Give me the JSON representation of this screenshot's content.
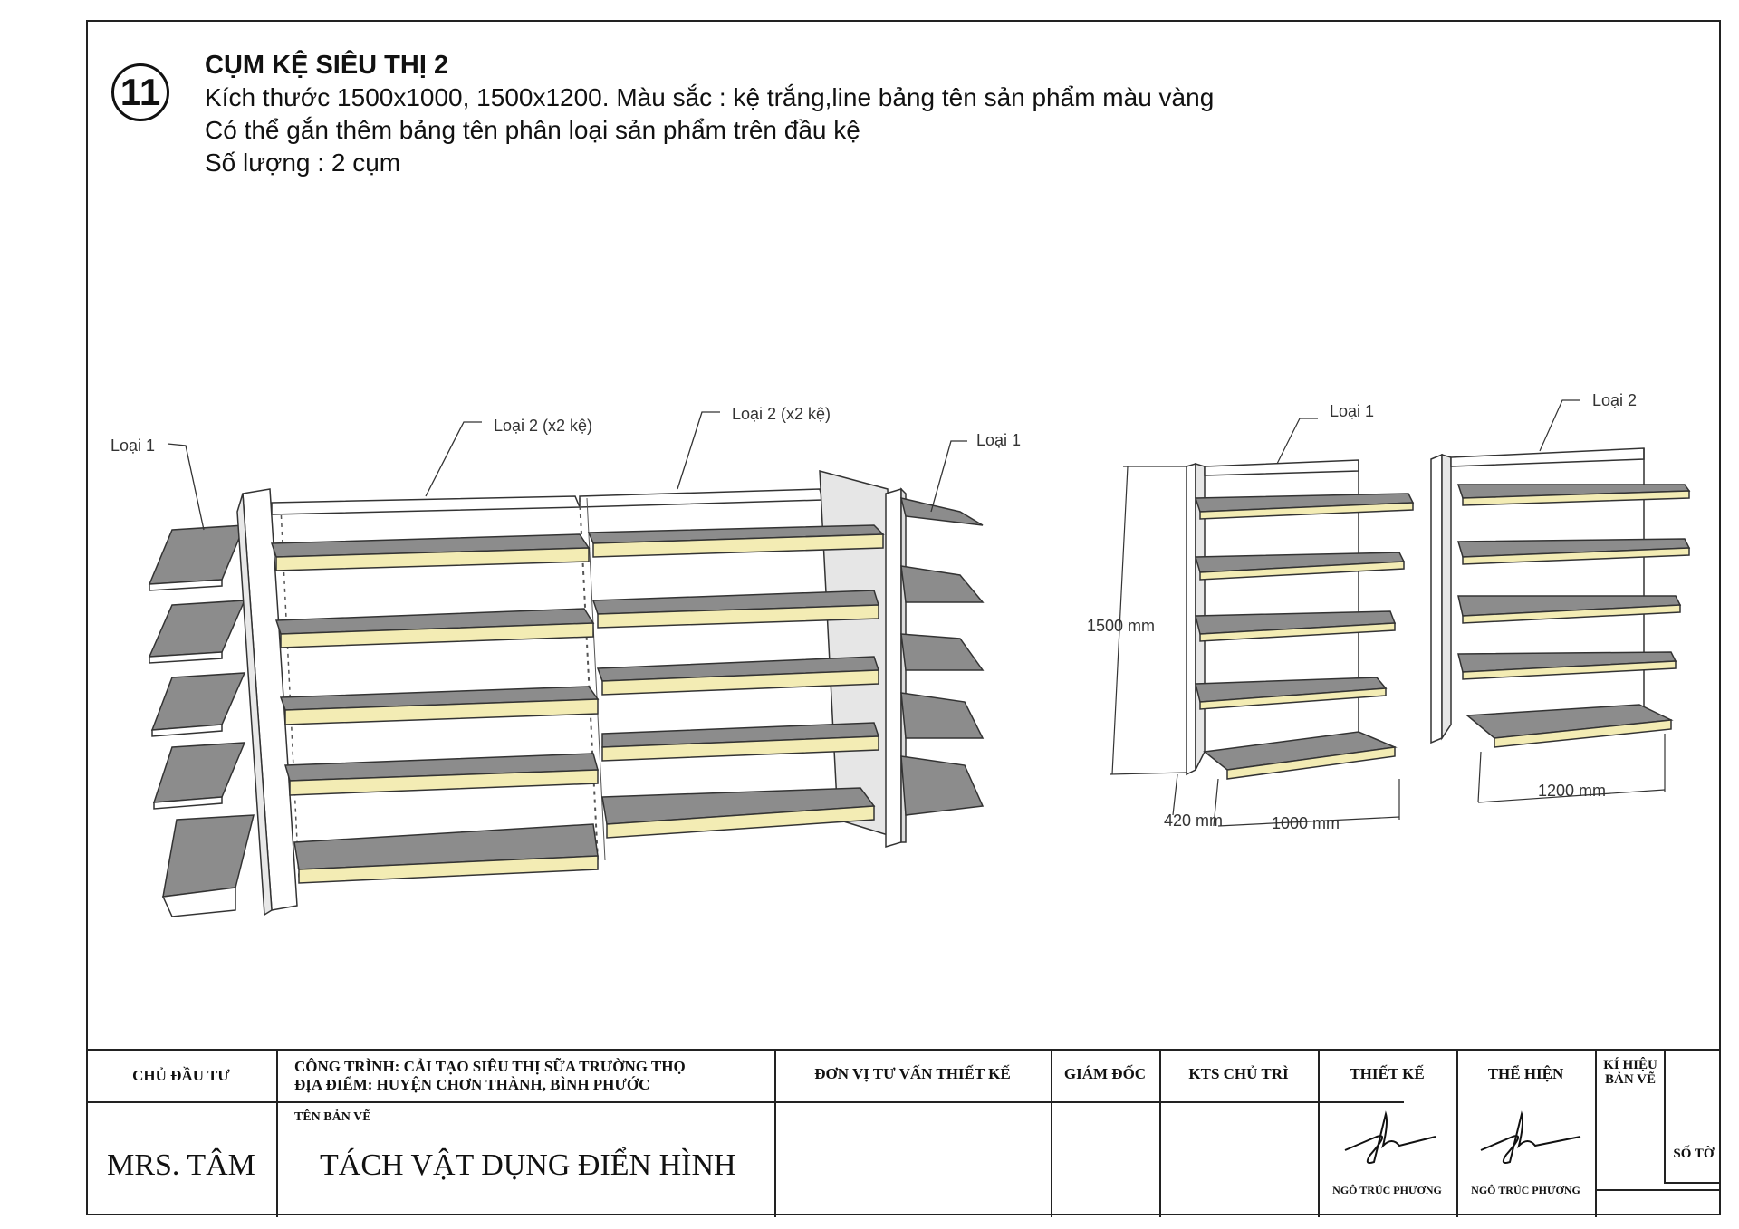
{
  "sheet": {
    "number": "11",
    "title": "CỤM KỆ SIÊU THỊ 2",
    "lines": [
      "Kích thước 1500x1000, 1500x1200. Màu sắc : kệ trắng,line bảng tên sản phẩm màu vàng",
      "Có thể gắn thêm bảng tên phân loại sản phẩm trên đầu kệ",
      "Số lượng : 2 cụm"
    ]
  },
  "drawing": {
    "labels": {
      "left_type1": "Loại 1",
      "left_type2_a": "Loại 2 (x2 kệ)",
      "left_type2_b": "Loại 2 (x2 kệ)",
      "right_type1_of_cluster": "Loại 1",
      "single_type1": "Loại 1",
      "single_type2": "Loại 2"
    },
    "dimensions": {
      "height": "1500 mm",
      "depth": "420 mm",
      "width_1000": "1000 mm",
      "width_1200": "1200 mm"
    },
    "colors": {
      "shelf_surface": "#8c8c8c",
      "shelf_edge": "#f3ecb4",
      "frame": "#ffffff",
      "line": "#333333"
    }
  },
  "title_block": {
    "owner_label": "CHỦ ĐẦU TƯ",
    "owner_value": "MRS. TÂM",
    "project_line": "CÔNG TRÌNH: CẢI TẠO SIÊU THỊ SỮA TRƯỜNG THỌ",
    "location_line": "ĐỊA ĐIỂM: HUYỆN CHƠN THÀNH, BÌNH PHƯỚC",
    "drawing_name_label": "TÊN BẢN VẼ",
    "drawing_name_value": "TÁCH VẬT DỤNG ĐIỂN HÌNH",
    "consultant_label": "ĐƠN VỊ TƯ VẤN THIẾT KẾ",
    "director_label": "GIÁM ĐỐC",
    "architect_label": "KTS CHỦ TRÌ",
    "design_label": "THIẾT KẾ",
    "drafter_label": "THỂ HIỆN",
    "sign_code_label": "KÍ HIỆU BẢN VẼ",
    "sheet_no_label": "SỐ TỜ",
    "designer_name": "NGÔ TRÚC PHƯƠNG",
    "drafter_name": "NGÔ TRÚC PHƯƠNG"
  }
}
